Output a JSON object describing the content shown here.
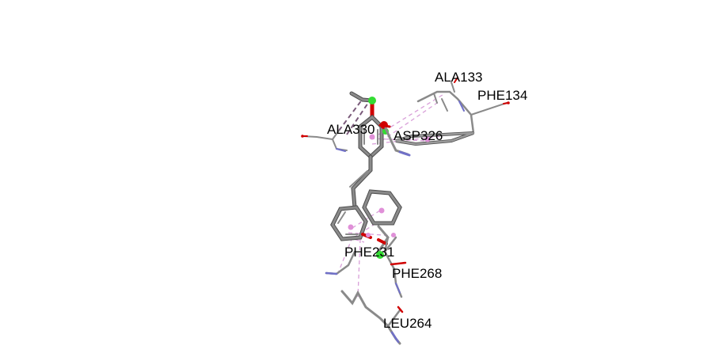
{
  "labels": {
    "ala133": "ALA133",
    "phe134": "PHE134",
    "ala330": "ALA330",
    "asp326": "ASP326",
    "phe231": "PHE231",
    "phe268": "PHE268",
    "leu264": "LEU264"
  },
  "colors": {
    "background": "#ffffff",
    "carbon": "#7f7f7f",
    "carbon_shadow": "#4d4d4d",
    "oxygen": "#e00000",
    "nitrogen": "#7070c8",
    "halogen": "#33dd33",
    "pi_interaction": "#d9a0d9",
    "pi_center": "#e090d8",
    "hbond": "#7a5a7a"
  }
}
